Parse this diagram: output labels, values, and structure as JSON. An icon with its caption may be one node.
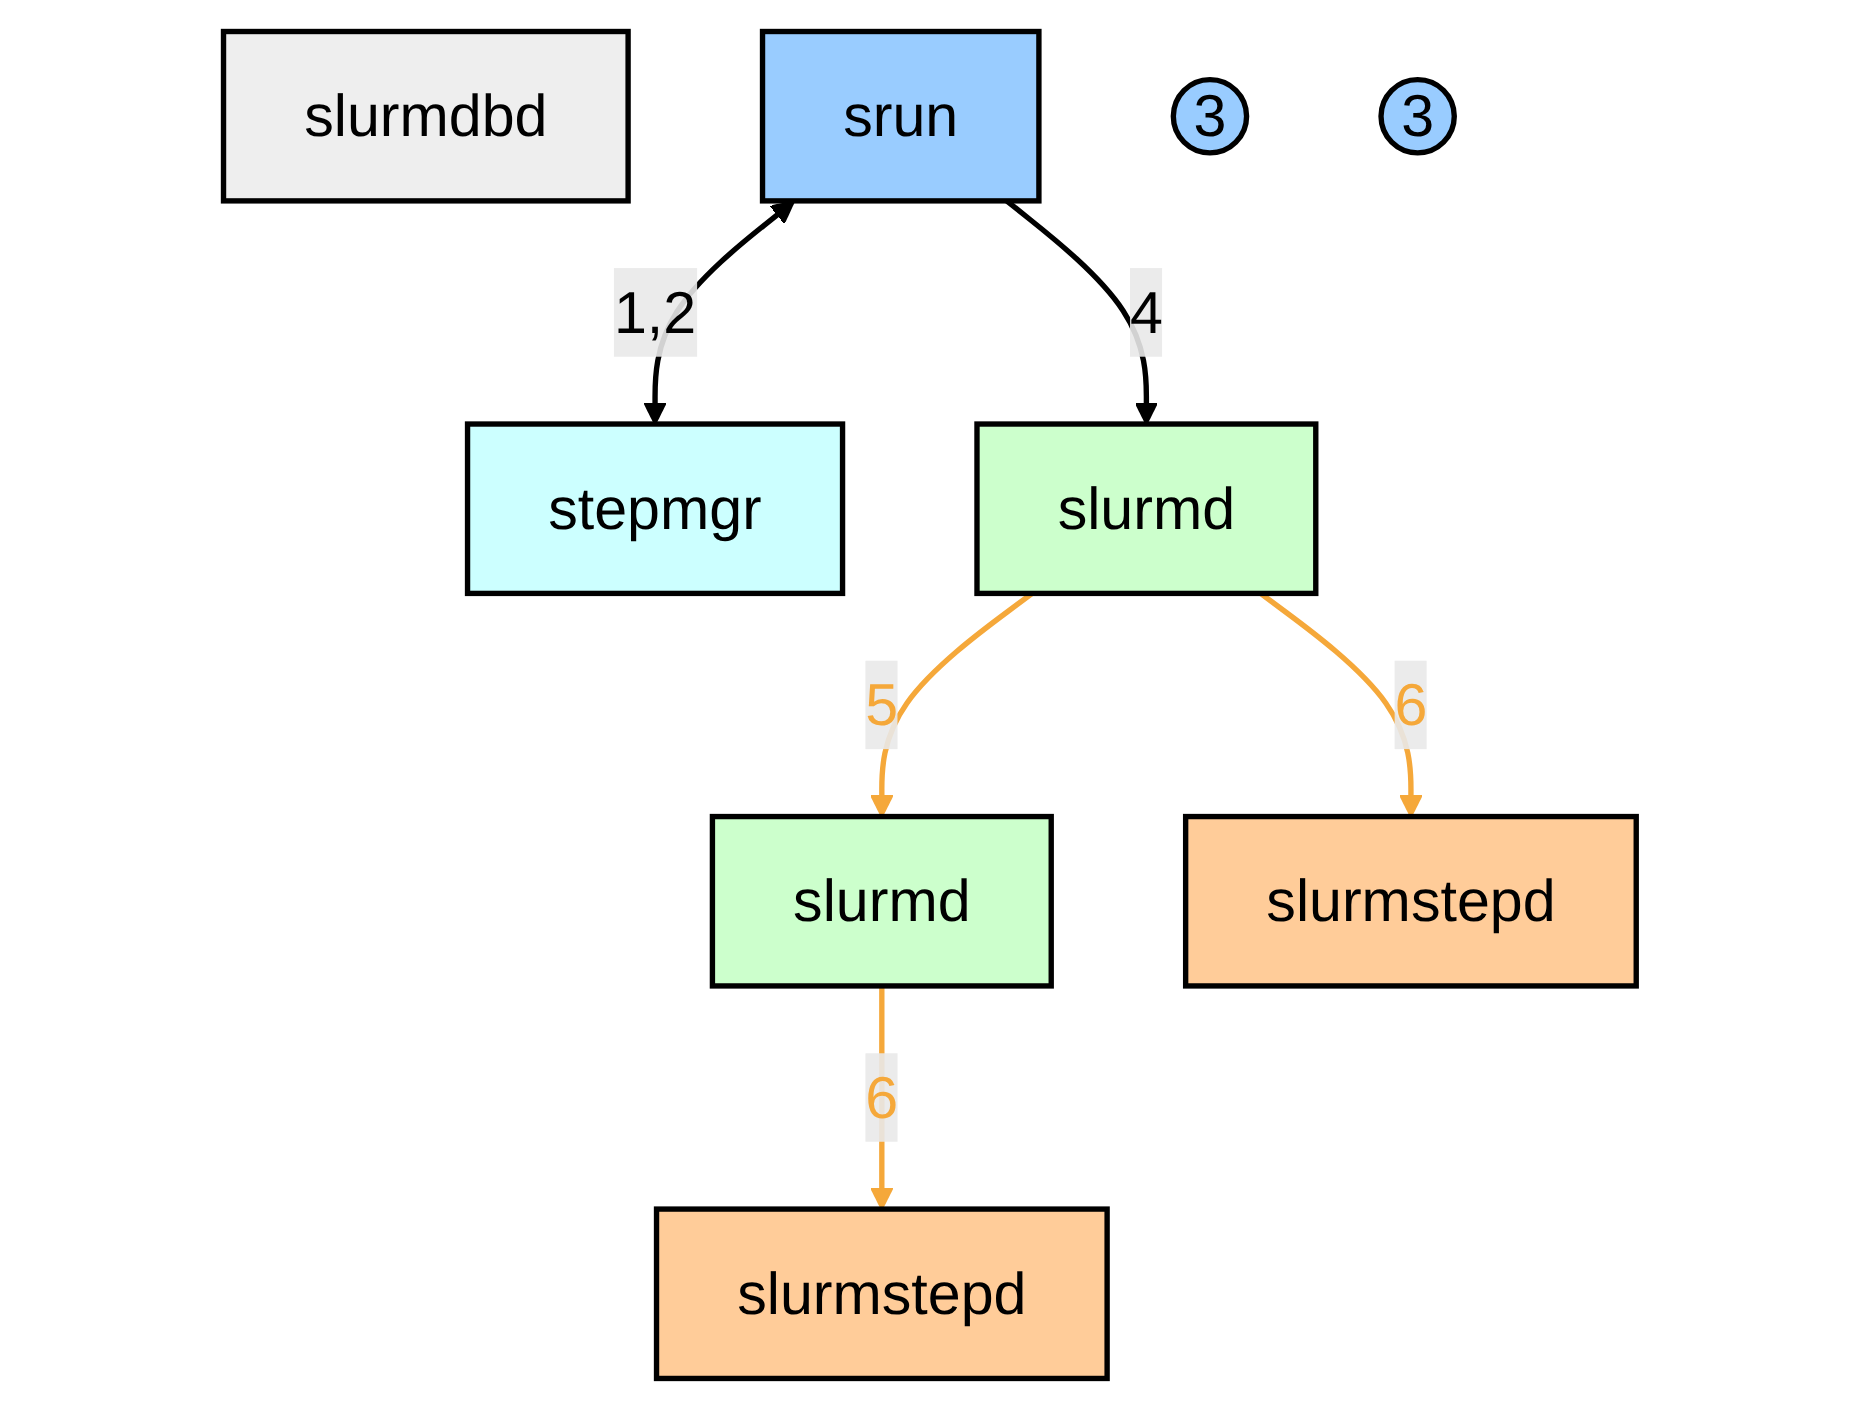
{
  "diagram": {
    "nodes": [
      {
        "text": [
          "slurmdbd"
        ]
      },
      {
        "text": [
          "srun"
        ]
      },
      {
        "text": [
          "stepmgr"
        ]
      },
      {
        "text": [
          "3"
        ]
      },
      {
        "text": [
          "3"
        ]
      },
      {
        "text": [
          "slurmd"
        ]
      },
      {
        "text": [
          "slurmd"
        ]
      },
      {
        "text": [
          "slurmstepd"
        ]
      },
      {
        "text": [
          "slurmstepd"
        ]
      }
    ],
    "edges": [
      {
        "from": 1,
        "to": 2,
        "arrow": "both",
        "label": "1,2",
        "color": "#000000"
      },
      {
        "from": 1,
        "to": 5,
        "arrow": "to",
        "label": "4",
        "color": "#000000"
      },
      {
        "from": 5,
        "to": 6,
        "arrow": "to",
        "label": "5",
        "color": "#f5a83a"
      },
      {
        "from": 5,
        "to": 8,
        "arrow": "to",
        "label": "6",
        "color": "#f5a83a"
      },
      {
        "from": 6,
        "to": 7,
        "arrow": "to",
        "label": "6",
        "color": "#f5a83a"
      }
    ]
  }
}
